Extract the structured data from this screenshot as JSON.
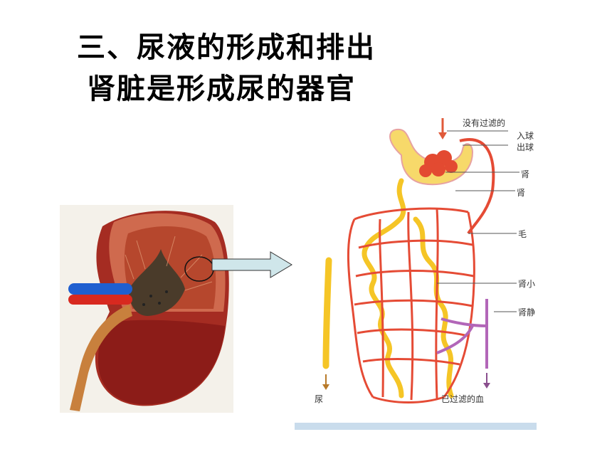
{
  "slide": {
    "title": "三、尿液的形成和排出",
    "subtitle": "肾脏是形成尿的器官"
  },
  "nephron_labels": {
    "top": "没有过滤的",
    "inflow": "入球",
    "outflow": "出球",
    "glomerulus": "肾",
    "capsule": "肾",
    "capillary": "毛",
    "tubule": "肾小",
    "vein": "肾静",
    "urine": "尿",
    "filtered_blood": "已过滤的血"
  },
  "colors": {
    "artery_red": "#d8291f",
    "vein_blue": "#1f5fd0",
    "tubule_yellow": "#f5c526",
    "vessel_red": "#e54b35",
    "vein_purple": "#b266b8",
    "arrow_fill": "#cfe6ea"
  }
}
